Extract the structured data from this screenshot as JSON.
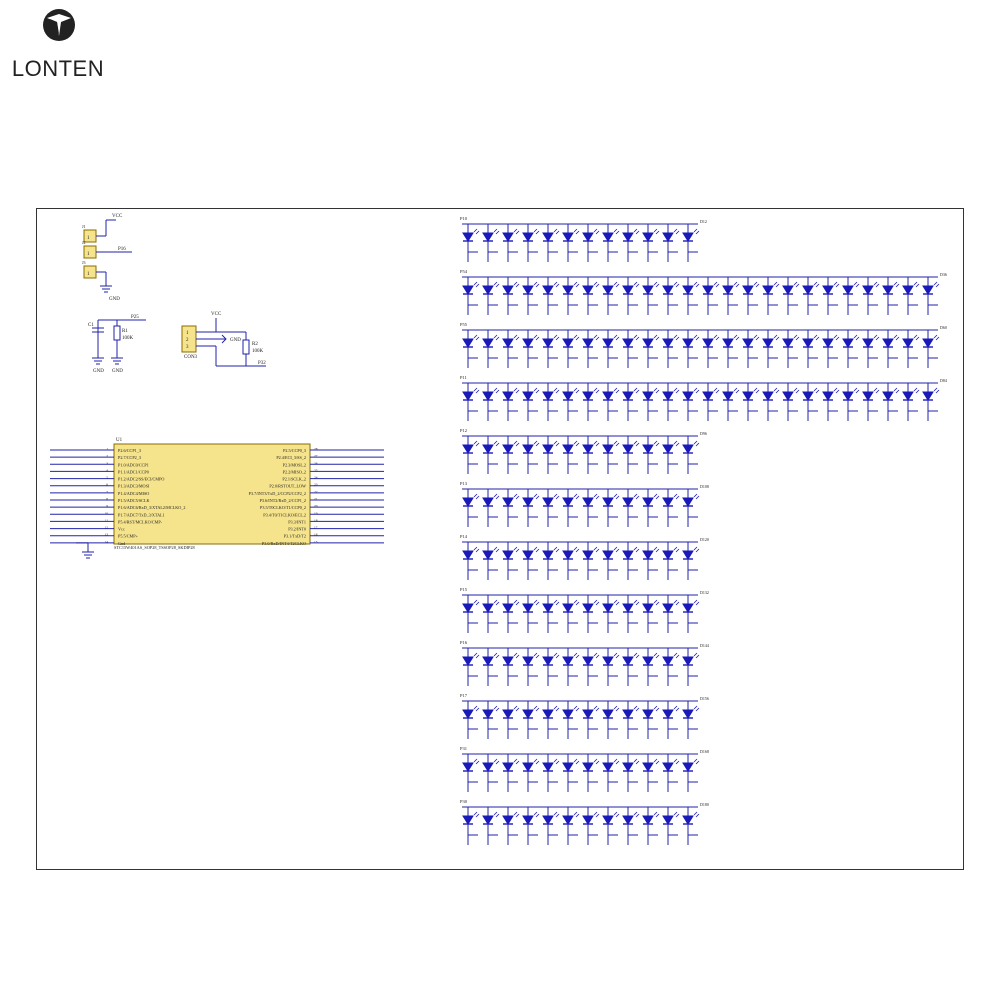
{
  "brand": {
    "name": "LONTEN",
    "icon": "lonten-logo-icon"
  },
  "colors": {
    "wire": "#2222aa",
    "led": "#1a1ab8",
    "frame": "#333333",
    "chip_fill": "#f6e48c",
    "chip_stroke": "#8a6d00",
    "label": "#333333"
  },
  "mcu": {
    "ref": "U1",
    "part": "STC15W401AS_SOP28_TSSOP28_SKDIP28",
    "left_pins": [
      "P2.6/CCP1_3",
      "P2.7/CCP2_3",
      "P1.0/ADC0/CCP1",
      "P1.1/ADC1/CCP0",
      "P1.2/ADC2/SS/ECI/CMPO",
      "P1.3/ADC3/MOSI",
      "P1.4/ADC4/MISO",
      "P1.5/ADC5/SCLK",
      "P1.6/ADC6/RxD_3/XTAL2/MCLKO_2",
      "P1.7/ADC7/TxD_3/XTAL1",
      "P5.4/RST/MCLKO/CMP-",
      "Vcc",
      "P5.5/CMP+",
      "Gnd"
    ],
    "right_pins": [
      "P2.5/CCP0_3",
      "P2.4/ECI_3/SS_2",
      "P2.3/MOSI_2",
      "P2.2/MISO_2",
      "P2.1/SCLK_2",
      "P2.0/RSTOUT_LOW",
      "P3.7/INT3/TxD_2/CCP2/CCP2_2",
      "P3.6/INT2/RxD_2/CCP1_2",
      "P3.5/T0CLKO/T1/CCP0_2",
      "P3.4/T0/T1CLKO/ECI_2",
      "P3.3/INT1",
      "P3.2/INT0",
      "P3.1/TxD/T2",
      "P3.0/RxD/INT4/T2CLKO"
    ],
    "left_nums": [
      "1",
      "2",
      "3",
      "4",
      "5",
      "6",
      "7",
      "8",
      "9",
      "10",
      "11",
      "12",
      "13",
      "14"
    ],
    "right_nums": [
      "28",
      "27",
      "26",
      "25",
      "24",
      "23",
      "22",
      "21",
      "20",
      "19",
      "18",
      "17",
      "16",
      "15"
    ]
  },
  "connectors": {
    "j_labels": [
      "J1",
      "J2",
      "J3"
    ],
    "j_pins": [
      "1",
      "1",
      "1"
    ],
    "vcc": "VCC",
    "gnd": "GND",
    "p_net": "P16",
    "cap": "C1",
    "res1": "R1",
    "res1_val": "100K",
    "res1_net": "P25",
    "header": "CON3",
    "header_pins": [
      "1",
      "2",
      "3"
    ],
    "res2": "R2",
    "res2_val": "100K",
    "res2_net": "P32"
  },
  "led_matrix": {
    "rows": [
      {
        "net": "P10",
        "count": 12,
        "end": "D12"
      },
      {
        "net": "P54",
        "count": 24,
        "end": "D36"
      },
      {
        "net": "P55",
        "count": 24,
        "end": "D60"
      },
      {
        "net": "P11",
        "count": 24,
        "end": "D84"
      },
      {
        "net": "P12",
        "count": 12,
        "end": "D96"
      },
      {
        "net": "P13",
        "count": 12,
        "end": "D108"
      },
      {
        "net": "P14",
        "count": 12,
        "end": "D120"
      },
      {
        "net": "P15",
        "count": 12,
        "end": "D132"
      },
      {
        "net": "P16",
        "count": 12,
        "end": "D144"
      },
      {
        "net": "P17",
        "count": 12,
        "end": "D156"
      },
      {
        "net": "P31",
        "count": 12,
        "end": "D168"
      },
      {
        "net": "P30",
        "count": 12,
        "end": "D180"
      }
    ]
  }
}
